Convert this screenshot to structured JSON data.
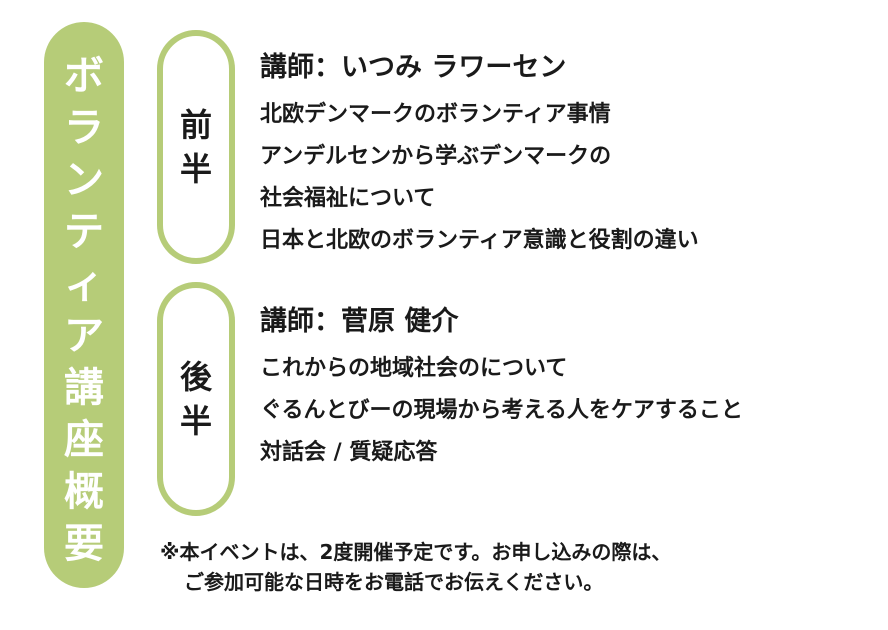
{
  "sidebar": {
    "title_chars": [
      "ボ",
      "ラ",
      "ン",
      "テ",
      "ィ",
      "ア",
      "講",
      "座",
      "概",
      "要"
    ],
    "color": "#b6cc78"
  },
  "part1": {
    "label_chars": [
      "前",
      "半"
    ],
    "lecturer": "講師：いつみ ラワーセン",
    "topics": [
      "北欧デンマークのボランティア事情",
      "アンデルセンから学ぶデンマークの",
      "社会福祉について",
      "日本と北欧のボランティア意識と役割の違い"
    ]
  },
  "part2": {
    "label_chars": [
      "後",
      "半"
    ],
    "lecturer": "講師：菅原 健介",
    "topics": [
      "これからの地域社会のについて",
      "ぐるんとびーの現場から考える人をケアすること",
      "対話会 / 質疑応答"
    ]
  },
  "note": {
    "line1": "※本イベントは、2度開催予定です。お申し込みの際は、",
    "line2": "ご参加可能な日時をお電話でお伝えください。"
  }
}
